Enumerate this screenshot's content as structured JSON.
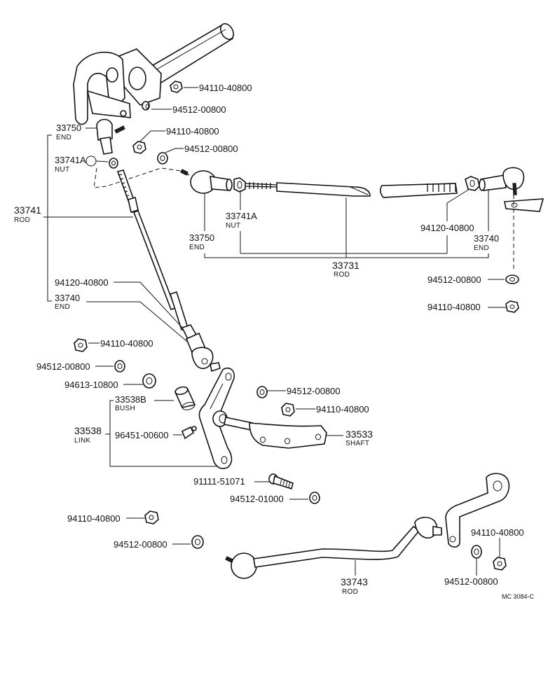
{
  "labels": {
    "n94110_top": "94110-40800",
    "n94512_top": "94512-00800",
    "n33750_left": "33750",
    "end_33750_left": "END",
    "n94110_b": "94110-40800",
    "n94512_b": "94512-00800",
    "n33741A_left": "33741A",
    "nut_33741A_left": "NUT",
    "n33741": "33741",
    "rod_33741": "ROD",
    "n33741A_mid": "33741A",
    "nut_33741A_mid": "NUT",
    "n33750_mid": "33750",
    "end_33750_mid": "END",
    "n94120_right": "94120-40800",
    "n33740_right": "33740",
    "end_33740_right": "END",
    "n33731": "33731",
    "rod_33731": "ROD",
    "n94512_right": "94512-00800",
    "n94110_right": "94110-40800",
    "n94120_left": "94120-40800",
    "n33740_left": "33740",
    "end_33740_left": "END",
    "n94110_c": "94110-40800",
    "n94512_c": "94512-00800",
    "n94613": "94613-10800",
    "n94512_d": "94512-00800",
    "n33538B": "33538B",
    "bush_33538B": "BUSH",
    "n94110_d": "94110-40800",
    "n33538": "33538",
    "link_33538": "LINK",
    "n96451": "96451-00600",
    "n33533": "33533",
    "shaft_33533": "SHAFT",
    "n91111": "91111-51071",
    "n94512_e": "94512-01000",
    "n94110_e": "94110-40800",
    "n94512_f": "94512-00800",
    "n94110_f": "94110-40800",
    "n33743": "33743",
    "rod_33743": "ROD",
    "n94512_g": "94512-00800",
    "ref_code": "MC 3084-C"
  }
}
